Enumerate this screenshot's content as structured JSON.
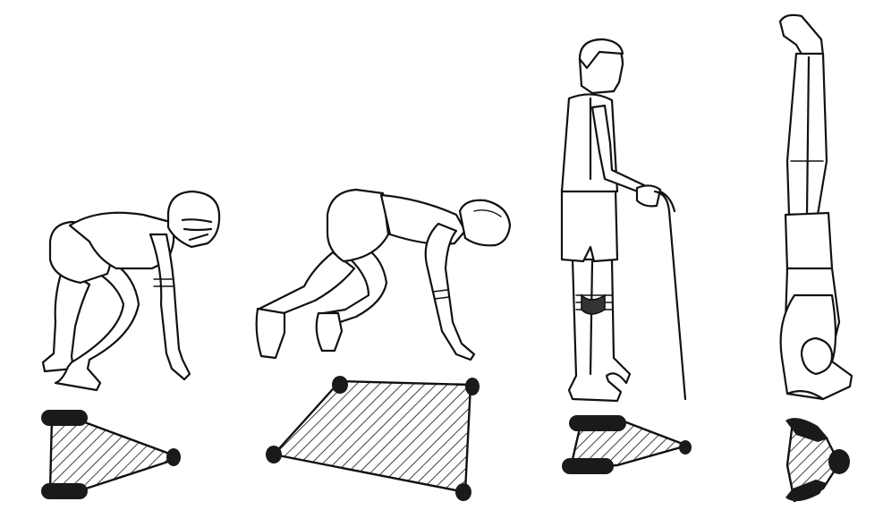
{
  "figures": [
    {
      "name": "crouching-football-player",
      "support_points": 3
    },
    {
      "name": "four-point-crawl-figure",
      "support_points": 4
    },
    {
      "name": "standing-man-with-cane",
      "support_points": 3
    },
    {
      "name": "headstand-figure",
      "support_points": 3
    }
  ],
  "colors": {
    "line": "#111111",
    "pad": "#1a1a1a",
    "background": "#ffffff"
  },
  "base_fill": "diagonal-hatch"
}
